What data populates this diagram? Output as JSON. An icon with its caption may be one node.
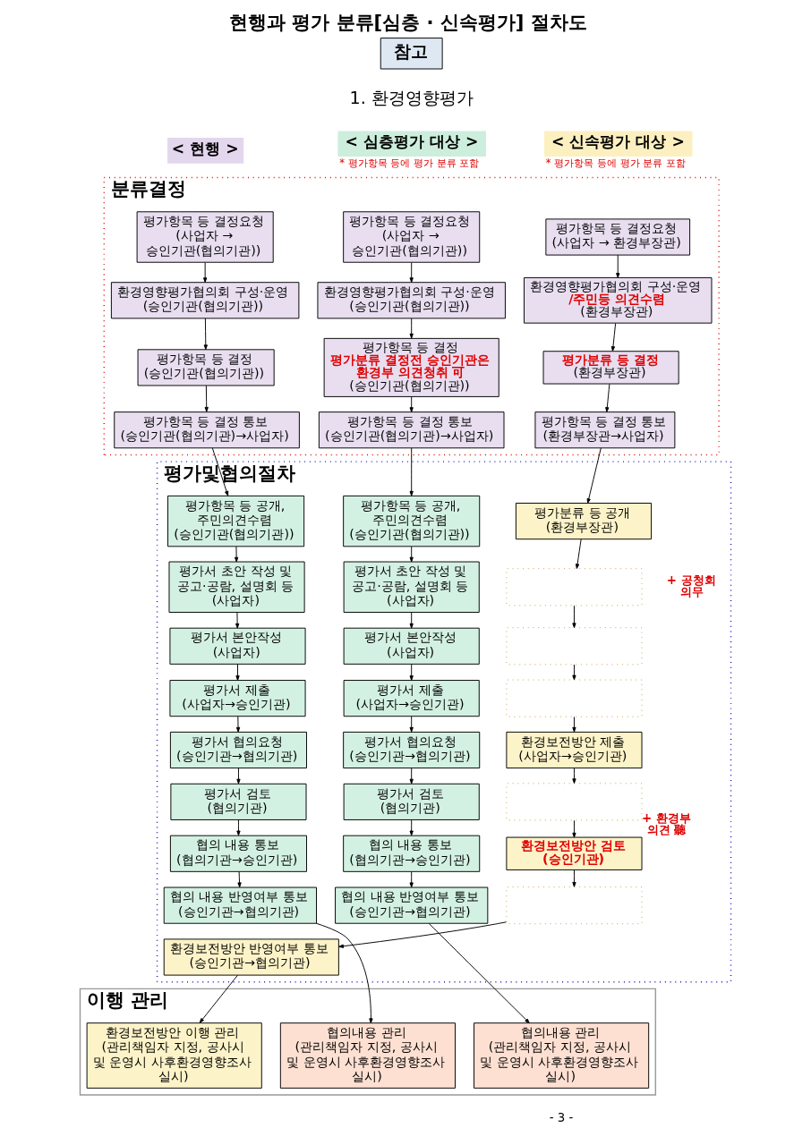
{
  "diagram": {
    "title": "현행과 평가 분류[심층 · 신속평가] 절차도",
    "nodes": [
      {
        "text": [
          "< 현행 >"
        ]
      },
      {
        "text": [
          "< 심층평가 대상 >"
        ],
        "beside": [
          "* 평가항목 등에 평가 분류 포함"
        ]
      },
      {
        "text": [
          "< 신속평가 대상 >"
        ],
        "beside": [
          "* 평가항목 등에 평가 분류 포함"
        ]
      },
      {
        "text": [
          "분류결정"
        ]
      },
      {
        "text": [
          "평가항목 등 결정요청",
          "(사업자 → 승인기관(협의기관))"
        ],
        "in": 3
      },
      {
        "text": [
          "환경영향평가협의회 구성·운영",
          "(승인기관(협의기관))"
        ],
        "in": 3
      },
      {
        "text": [
          "평가항목 등 결정",
          "(승인기관(협의기관))"
        ],
        "in": 3
      },
      {
        "text": [
          "평가항목 등 결정 통보",
          "(승인기관(협의기관)→사업자)"
        ],
        "in": 3
      },
      {
        "text": [
          "평가항목 등 결정요청",
          "(사업자 → 승인기관(협의기관))"
        ],
        "in": 3
      },
      {
        "text": [
          "환경영향평가협의회 구성·운영",
          "(승인기관(협의기관))"
        ],
        "in": 3
      },
      {
        "text": [
          "평가항목 등 결정",
          "평가분류 결정전 승인기관은 환경부 의견청취 可",
          "(승인기관(협의기관))"
        ],
        "in": 3
      },
      {
        "text": [
          "평가항목 등 결정 통보",
          "(승인기관(협의기관)→사업자)"
        ],
        "in": 3
      },
      {
        "text": [
          "평가항목 등 결정요청",
          "(사업자 → 환경부장관)"
        ],
        "in": 3
      },
      {
        "text": [
          "환경영향평가협의회 구성·운영",
          "/주민등 의견수렴",
          "(환경부장관)"
        ],
        "in": 3
      },
      {
        "text": [
          "평가분류 등 결정",
          "(환경부장관)"
        ],
        "in": 3
      },
      {
        "text": [
          "평가항목 등 결정 통보",
          "(환경부장관→사업자)"
        ],
        "in": 3
      },
      {
        "text": [
          "평가및협의절차"
        ]
      },
      {
        "text": [
          "평가항목 등 공개, 주민의견수렴",
          "(승인기관(협의기관))"
        ],
        "in": 16
      },
      {
        "text": [
          "평가서 초안 작성 및 공고·공람, 설명회 등 (사업자)"
        ],
        "in": 16
      },
      {
        "text": [
          "평가서 본안작성",
          "(사업자)"
        ],
        "in": 16
      },
      {
        "text": [
          "평가서 제출",
          "(사업자→승인기관)"
        ],
        "in": 16
      },
      {
        "text": [
          "평가서 협의요청",
          "(승인기관→협의기관)"
        ],
        "in": 16
      },
      {
        "text": [
          "평가서 검토",
          "(협의기관)"
        ],
        "in": 16
      },
      {
        "text": [
          "협의 내용 통보",
          "(협의기관→승인기관)"
        ],
        "in": 16
      },
      {
        "text": [
          "협의 내용 반영여부 통보",
          "(승인기관→협의기관)"
        ],
        "in": 16
      },
      {
        "text": [
          "평가항목 등 공개, 주민의견수렴",
          "(승인기관(협의기관))"
        ],
        "in": 16
      },
      {
        "text": [
          "평가서 초안 작성 및 공고·공람, 설명회 등 (사업자)"
        ],
        "in": 16
      },
      {
        "text": [
          "평가서 본안작성",
          "(사업자)"
        ],
        "in": 16
      },
      {
        "text": [
          "평가서 제출",
          "(사업자→승인기관)"
        ],
        "in": 16
      },
      {
        "text": [
          "평가서 협의요청",
          "(승인기관→협의기관)"
        ],
        "in": 16
      },
      {
        "text": [
          "평가서 검토",
          "(협의기관)"
        ],
        "in": 16
      },
      {
        "text": [
          "협의 내용 통보",
          "(협의기관→승인기관)"
        ],
        "in": 16
      },
      {
        "text": [
          "협의 내용 반영여부 통보",
          "(승인기관→협의기관)"
        ],
        "in": 16
      },
      {
        "text": [
          "평가분류 등 공개",
          "(환경부장관)"
        ],
        "in": 16
      },
      {
        "text": [],
        "shape": "box",
        "in": 16
      },
      {
        "text": [],
        "shape": "box",
        "in": 16
      },
      {
        "text": [],
        "shape": "box",
        "in": 16
      },
      {
        "text": [
          "환경보전방안 제출",
          "(사업자→승인기관)"
        ],
        "in": 16
      },
      {
        "text": [],
        "shape": "box",
        "in": 16
      },
      {
        "text": [
          "환경보전방안 검토",
          "(승인기관)"
        ],
        "in": 16,
        "beside": [
          "+ 환경부 의견 聽"
        ]
      },
      {
        "text": [],
        "shape": "box",
        "in": 16
      },
      {
        "text": [
          "환경보전방안 반영여부 통보",
          "(승인기관→협의기관)"
        ],
        "in": 16
      },
      {
        "text": [
          "이행 관리"
        ]
      },
      {
        "text": [
          "협의내용 관리",
          "(관리책임자 지정, 공사시 및 운영시 사후환경영향조사 실시)"
        ],
        "in": 42
      },
      {
        "text": [
          "협의내용 관리",
          "(관리책임자 지정, 공사시 및 운영시 사후환경영향조사 실시)"
        ],
        "in": 42
      },
      {
        "text": [
          "환경보전방안 이행 관리",
          "(관리책임자 지정, 공사시 및 운영시 사후환경영향조사 실시)"
        ],
        "in": 42
      }
    ],
    "edges": [
      {
        "from": 4,
        "to": 5,
        "arrow": "to"
      },
      {
        "from": 5,
        "to": 6,
        "arrow": "to"
      },
      {
        "from": 6,
        "to": 7,
        "arrow": "to"
      },
      {
        "from": 7,
        "to": 17,
        "arrow": "to"
      },
      {
        "from": 17,
        "to": 18,
        "arrow": "to"
      },
      {
        "from": 18,
        "to": 19,
        "arrow": "to"
      },
      {
        "from": 19,
        "to": 20,
        "arrow": "to"
      },
      {
        "from": 20,
        "to": 21,
        "arrow": "to"
      },
      {
        "from": 21,
        "to": 22,
        "arrow": "to"
      },
      {
        "from": 22,
        "to": 23,
        "arrow": "to"
      },
      {
        "from": 23,
        "to": 24,
        "arrow": "to"
      },
      {
        "from": 24,
        "to": 43,
        "arrow": "to"
      },
      {
        "from": 8,
        "to": 9,
        "arrow": "to"
      },
      {
        "from": 9,
        "to": 10,
        "arrow": "to"
      },
      {
        "from": 10,
        "to": 11,
        "arrow": "to"
      },
      {
        "from": 11,
        "to": 25,
        "arrow": "to"
      },
      {
        "from": 25,
        "to": 26,
        "arrow": "to"
      },
      {
        "from": 26,
        "to": 27,
        "arrow": "to"
      },
      {
        "from": 27,
        "to": 28,
        "arrow": "to"
      },
      {
        "from": 28,
        "to": 29,
        "arrow": "to"
      },
      {
        "from": 29,
        "to": 30,
        "arrow": "to"
      },
      {
        "from": 30,
        "to": 31,
        "arrow": "to"
      },
      {
        "from": 31,
        "to": 32,
        "arrow": "to"
      },
      {
        "from": 32,
        "to": 44,
        "arrow": "to"
      },
      {
        "from": 12,
        "to": 13,
        "arrow": "to"
      },
      {
        "from": 13,
        "to": 14,
        "arrow": "to"
      },
      {
        "from": 14,
        "to": 15,
        "arrow": "to"
      },
      {
        "from": 15,
        "to": 33,
        "arrow": "to"
      },
      {
        "from": 33,
        "to": 34,
        "arrow": "to"
      },
      {
        "from": 34,
        "to": 35,
        "arrow": "to"
      },
      {
        "from": 35,
        "to": 36,
        "arrow": "to"
      },
      {
        "from": 36,
        "to": 37,
        "arrow": "to"
      },
      {
        "from": 37,
        "to": 38,
        "arrow": "to"
      },
      {
        "from": 38,
        "to": 39,
        "arrow": "to"
      },
      {
        "from": 39,
        "to": 40,
        "arrow": "to"
      },
      {
        "from": 40,
        "to": 41,
        "arrow": "to"
      },
      {
        "from": 41,
        "to": 45,
        "arrow": "to"
      }
    ],
    "labels": [
      "참고",
      "1. 환경영향평가",
      "+ 공청회 의무",
      "- 3 -"
    ]
  }
}
